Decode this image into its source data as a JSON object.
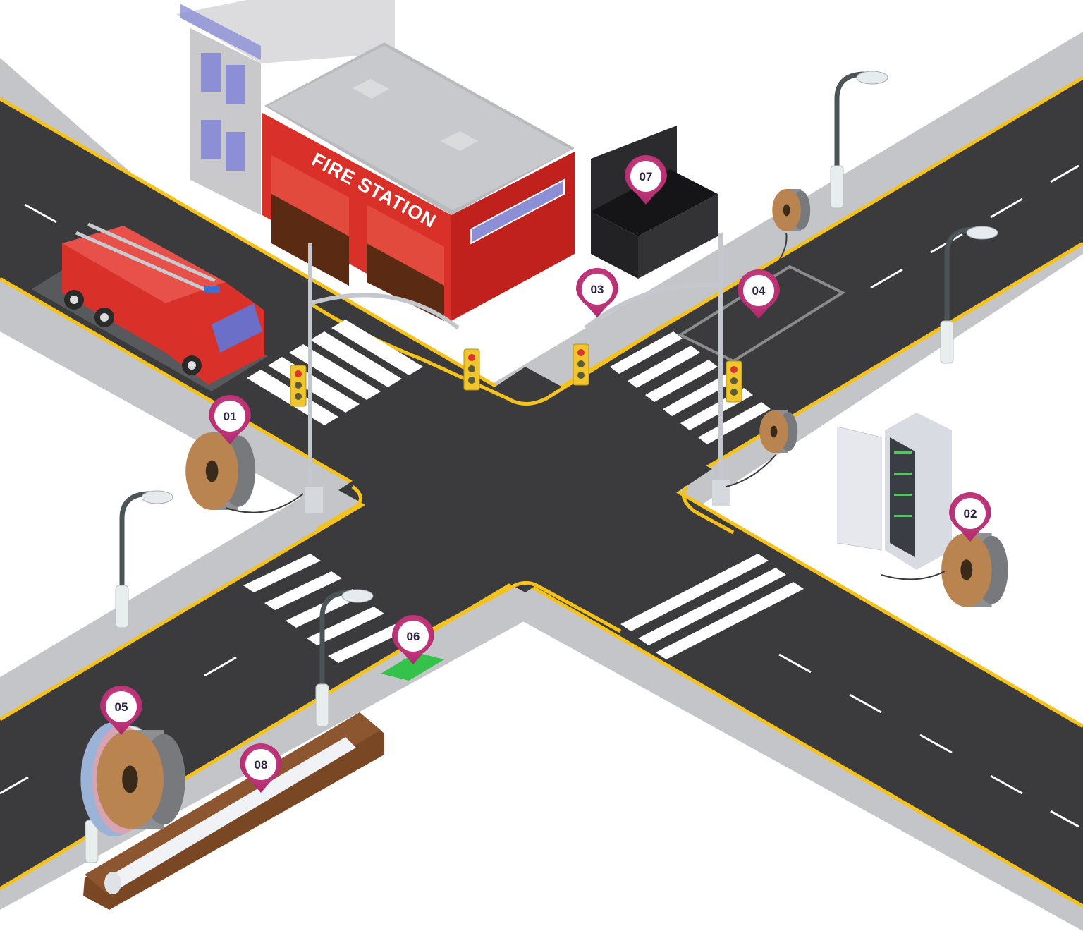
{
  "building": {
    "sign": "FIRE STATION"
  },
  "markers": [
    {
      "id": "01",
      "label": "01",
      "subject": "cable-reel"
    },
    {
      "id": "02",
      "label": "02",
      "subject": "cable-reel"
    },
    {
      "id": "03",
      "label": "03",
      "subject": "traffic-signal-arm"
    },
    {
      "id": "04",
      "label": "04",
      "subject": "road-vault"
    },
    {
      "id": "05",
      "label": "05",
      "subject": "cable-reel"
    },
    {
      "id": "06",
      "label": "06",
      "subject": "green-pad"
    },
    {
      "id": "07",
      "label": "07",
      "subject": "cabinet"
    },
    {
      "id": "08",
      "label": "08",
      "subject": "conduit-trench"
    }
  ],
  "colors": {
    "asphalt": "#3b3b3d",
    "sidewalk": "#c4c5c8",
    "curb_line": "#f5c21b",
    "marker": "#c93a7e",
    "station_red": "#d9302a",
    "reel": "#b5804f"
  }
}
